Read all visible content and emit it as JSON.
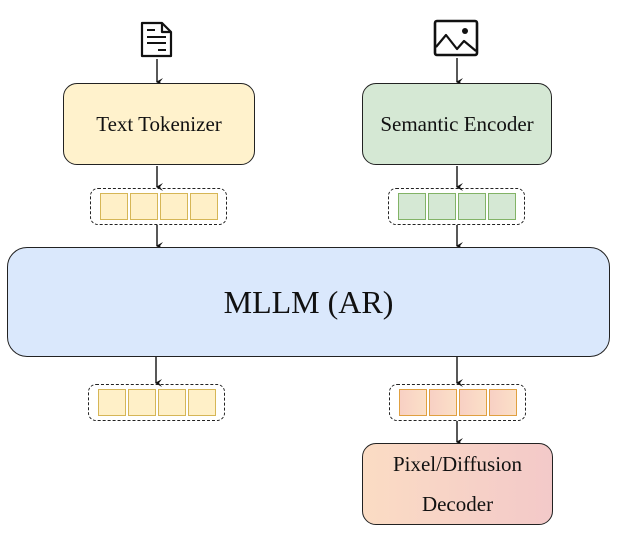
{
  "diagram": {
    "inputs": {
      "text_icon": "document-icon",
      "image_icon": "image-icon"
    },
    "text_tokenizer": {
      "label": "Text Tokenizer",
      "color": "#fff2cc"
    },
    "semantic_encoder": {
      "label": "Semantic Encoder",
      "color": "#d5e8d4"
    },
    "mllm": {
      "label": "MLLM (AR)",
      "color": "#dae8fc"
    },
    "decoder": {
      "label_line1": "Pixel/Diffusion",
      "label_line2": "Decoder",
      "color_start": "#fbdcc4",
      "color_end": "#f3c9c9"
    },
    "token_groups": [
      {
        "name": "text-input-tokens",
        "count": 4,
        "color": "#fff0c8"
      },
      {
        "name": "image-input-tokens",
        "count": 4,
        "color": "#d5e8d4"
      },
      {
        "name": "text-output-tokens",
        "count": 4,
        "color": "#fff0c8"
      },
      {
        "name": "image-output-tokens",
        "count": 4,
        "color": "#f8d0c4"
      }
    ]
  }
}
